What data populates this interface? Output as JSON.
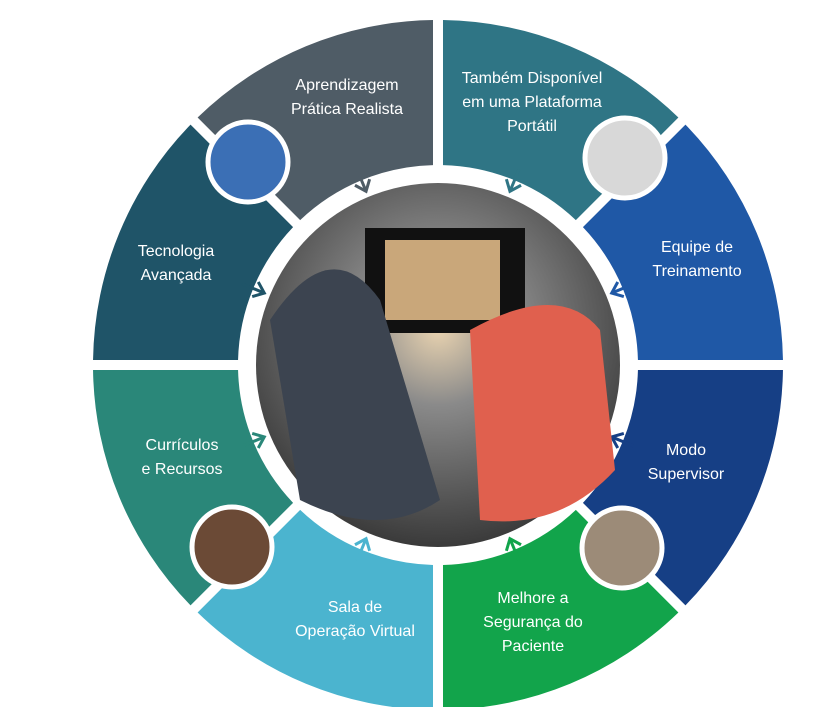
{
  "segments": [
    {
      "id": "equipe",
      "lines": [
        "Equipe de",
        "Treinamento"
      ],
      "color": "#1f58a6"
    },
    {
      "id": "modo",
      "lines": [
        "Modo",
        "Supervisor"
      ],
      "color": "#163f85"
    },
    {
      "id": "melhore",
      "lines": [
        "Melhore a",
        "Segurança do",
        "Paciente"
      ],
      "color": "#12a44b"
    },
    {
      "id": "sala",
      "lines": [
        "Sala de",
        "Operação Virtual"
      ],
      "color": "#4bb4cf"
    },
    {
      "id": "curriculos",
      "lines": [
        "Currículos",
        "e Recursos"
      ],
      "color": "#2a8779"
    },
    {
      "id": "tecnologia",
      "lines": [
        "Tecnologia",
        "Avançada"
      ],
      "color": "#1f5468"
    },
    {
      "id": "aprendizagem",
      "lines": [
        "Aprendizagem",
        "Prática Realista"
      ],
      "color": "#4f5c66"
    },
    {
      "id": "tambem",
      "lines": [
        "Também Disponível",
        "em uma Plataforma",
        "Portátil"
      ],
      "color": "#2f7585"
    }
  ]
}
